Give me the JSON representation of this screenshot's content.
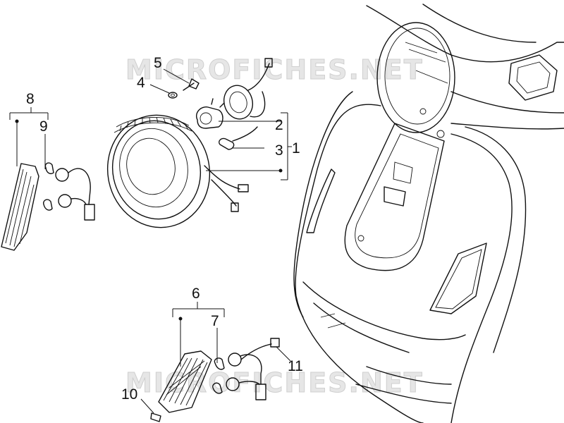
{
  "watermark": {
    "top": "MICROFICHES.NET",
    "bottom": "MICROFICHES.NET"
  },
  "callouts": {
    "c1": "1",
    "c2": "2",
    "c3": "3",
    "c4": "4",
    "c5": "5",
    "c6": "6",
    "c7": "7",
    "c8": "8",
    "c9": "9",
    "c10": "10",
    "c11": "11"
  },
  "colors": {
    "line": "#111111",
    "watermark": "#e6e6e6",
    "background": "#ffffff"
  }
}
